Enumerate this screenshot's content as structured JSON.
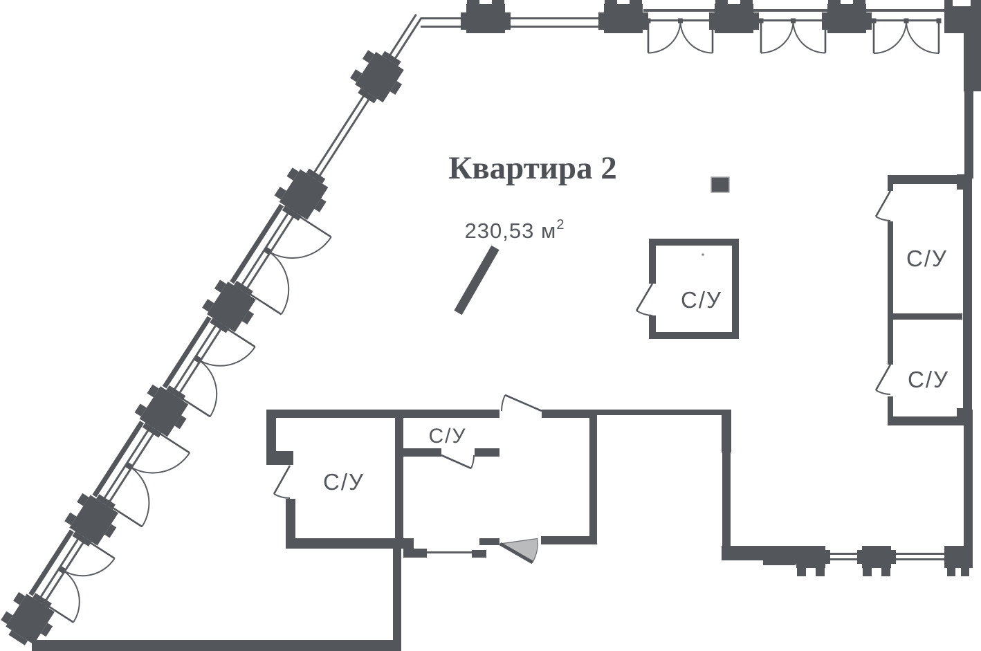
{
  "plan": {
    "title": "Квартира 2",
    "area": {
      "main": "230,53 м",
      "sup": "2",
      "full": "230,53 м²"
    },
    "room_labels": [
      "С/У",
      "С/У",
      "С/У",
      "С/У",
      "С/У"
    ],
    "colors": {
      "wall": "#53565a",
      "text": "#4d5054",
      "door_fill": "#b9bbbd",
      "background": "#ffffff"
    }
  }
}
